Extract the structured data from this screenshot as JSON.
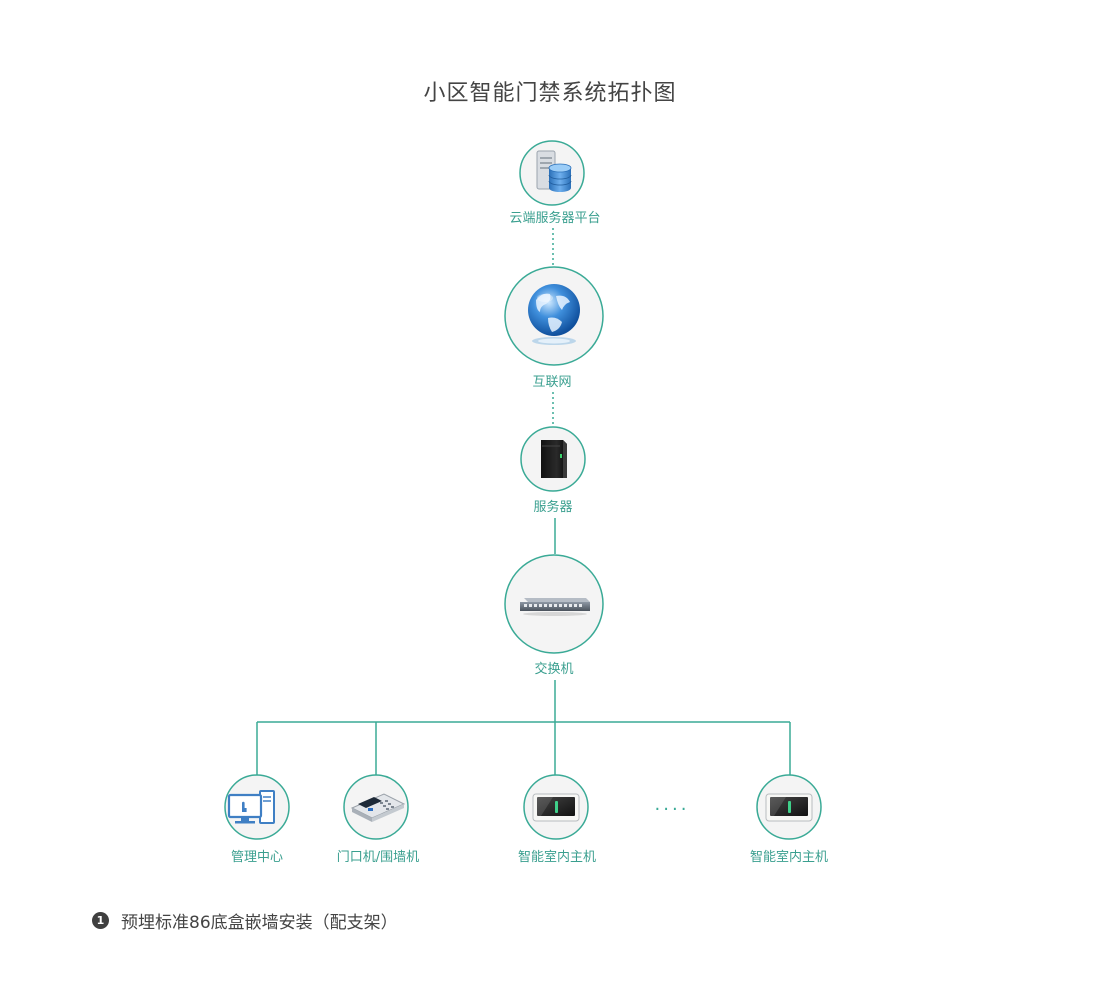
{
  "title": "小区智能门禁系统拓扑图",
  "colors": {
    "accent": "#3aaa96",
    "label": "#3a9f8f",
    "title": "#444444",
    "node_fill": "#f4f4f4"
  },
  "nodes": {
    "cloud": {
      "label": "云端服务器平台",
      "icon": "database-server-icon"
    },
    "internet": {
      "label": "互联网",
      "icon": "globe-icon"
    },
    "server": {
      "label": "服务器",
      "icon": "server-tower-icon"
    },
    "switch": {
      "label": "交换机",
      "icon": "network-switch-icon"
    },
    "mgmt": {
      "label": "管理中心",
      "icon": "computer-icon"
    },
    "door": {
      "label": "门口机/围墙机",
      "icon": "door-station-icon"
    },
    "indoor1": {
      "label": "智能室内主机",
      "icon": "indoor-monitor-icon"
    },
    "indoor2": {
      "label": "智能室内主机",
      "icon": "indoor-monitor-icon"
    }
  },
  "ellipsis": "....",
  "note": {
    "number": "1",
    "text": "预埋标准86底盒嵌墙安装（配支架）"
  }
}
